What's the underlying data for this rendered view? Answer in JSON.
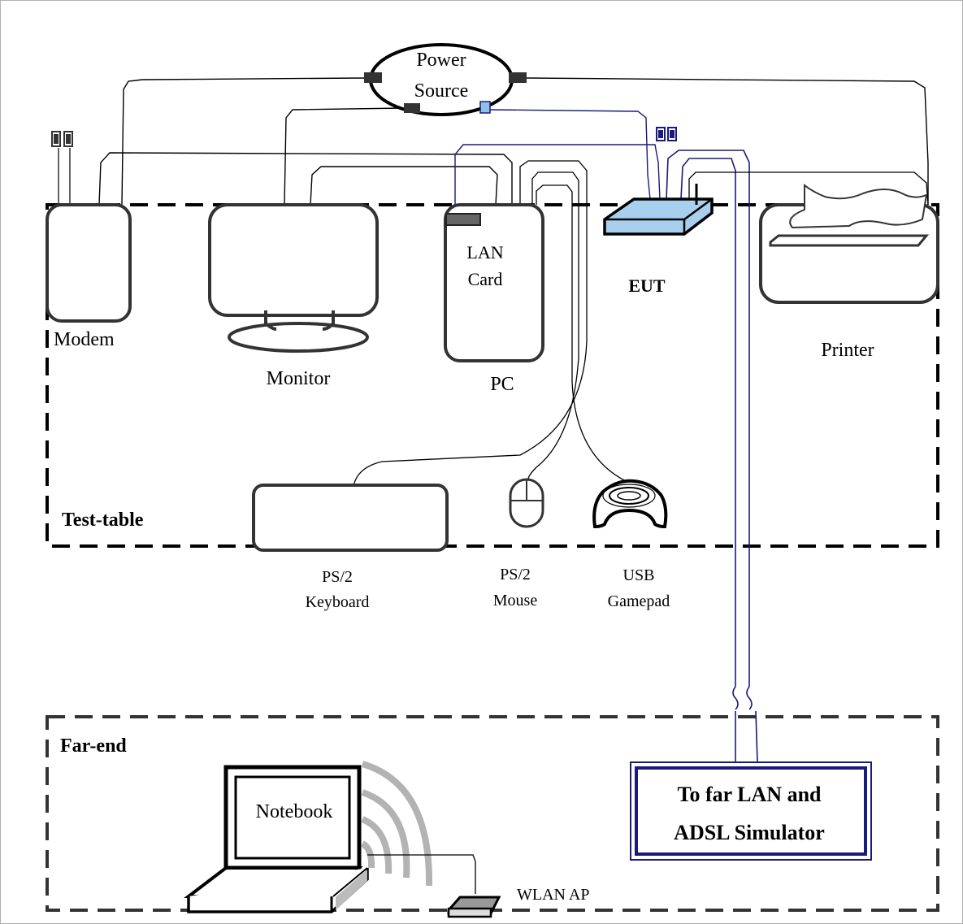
{
  "labels": {
    "power_source_line1": "Power",
    "power_source_line2": "Source",
    "modem": "Modem",
    "monitor": "Monitor",
    "lan_card_line1": "LAN",
    "lan_card_line2": "Card",
    "pc": "PC",
    "eut": "EUT",
    "printer": "Printer",
    "test_table": "Test-table",
    "keyboard_line1": "PS/2",
    "keyboard_line2": "Keyboard",
    "mouse_line1": "PS/2",
    "mouse_line2": "Mouse",
    "gamepad_line1": "USB",
    "gamepad_line2": "Gamepad",
    "far_end": "Far-end",
    "notebook": "Notebook",
    "wlan_ap": "WLAN AP",
    "far_lan_line1": "To far LAN and",
    "far_lan_line2": "ADSL Simulator"
  },
  "colors": {
    "outline": "#333333",
    "cable": "#000000",
    "lan_cable": "#1a1a7a",
    "eut_fill": "#a9cfee",
    "wireless_arc": "#b0b0b0"
  }
}
